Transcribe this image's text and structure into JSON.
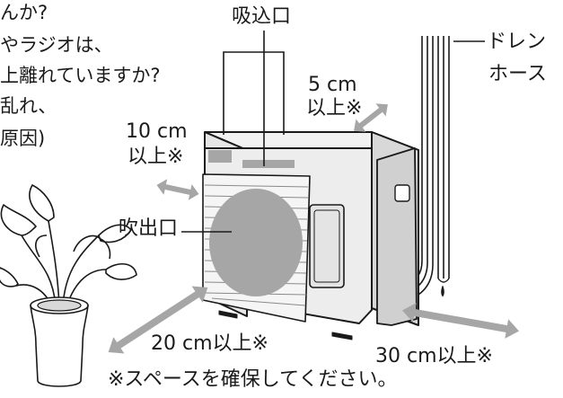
{
  "figure": {
    "clipped_text": {
      "line1": "んか?",
      "line2": "やラジオは、",
      "line3": "上離れていますか?",
      "line4": "乱れ、",
      "line5": "原因)"
    },
    "labels": {
      "intake": "吸込口",
      "outlet": "吹出口",
      "drain_line1": "ドレン",
      "drain_line2": "ホース"
    },
    "clearances": {
      "top_value": "5 cm",
      "top_suffix": "以上※",
      "left_value": "10 cm",
      "left_suffix": "以上※",
      "front": "20 cm以上※",
      "right": "30 cm以上※"
    },
    "footnote": "※スペースを確保してください。"
  },
  "colors": {
    "arrow": "#a6a6a6",
    "unit_fill": "#ececec",
    "unit_dark": "#8f8f8f",
    "line": "#1a1a1a"
  }
}
